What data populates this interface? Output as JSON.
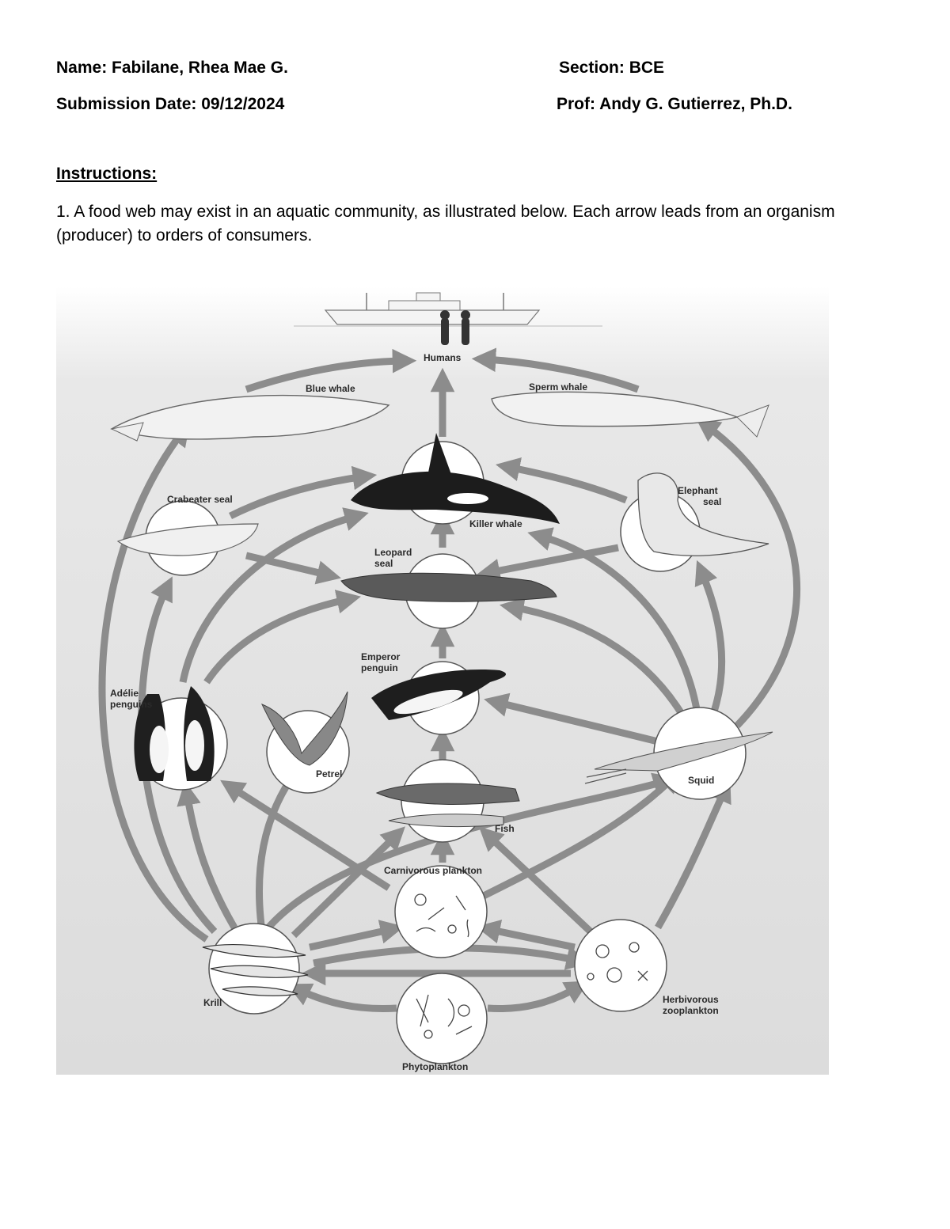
{
  "header": {
    "name_label": "Name:",
    "name_value": "Fabilane, Rhea Mae G.",
    "section_label": "Section:",
    "section_value": "BCE",
    "date_label": "Submission Date:",
    "date_value": "09/12/2024",
    "prof_label": "Prof:",
    "prof_value": "Andy G. Gutierrez, Ph.D."
  },
  "instructions": {
    "title": "Instructions:",
    "item1": "1. A food web may exist in an aquatic community, as illustrated below.  Each arrow leads from an organism (producer) to orders of consumers."
  },
  "figure": {
    "labels": {
      "humans": "Humans",
      "blue_whale": "Blue whale",
      "sperm_whale": "Sperm whale",
      "crabeater_seal": "Crabeater seal",
      "killer_whale": "Killer whale",
      "elephant_seal_1": "Elephant",
      "elephant_seal_2": "seal",
      "leopard_seal_1": "Leopard",
      "leopard_seal_2": "seal",
      "emperor_penguin_1": "Emperor",
      "emperor_penguin_2": "penguin",
      "adelie_penguins_1": "Adélie",
      "adelie_penguins_2": "penguins",
      "petrel": "Petrel",
      "squid": "Squid",
      "fish": "Fish",
      "carnivorous_plankton": "Carnivorous plankton",
      "krill": "Krill",
      "herbivorous_zooplankton_1": "Herbivorous",
      "herbivorous_zooplankton_2": "zooplankton",
      "phytoplankton": "Phytoplankton"
    },
    "colors": {
      "arrow": "#8c8c8c",
      "background_top": "#ffffff",
      "background_bottom": "#dcdcdc"
    }
  }
}
